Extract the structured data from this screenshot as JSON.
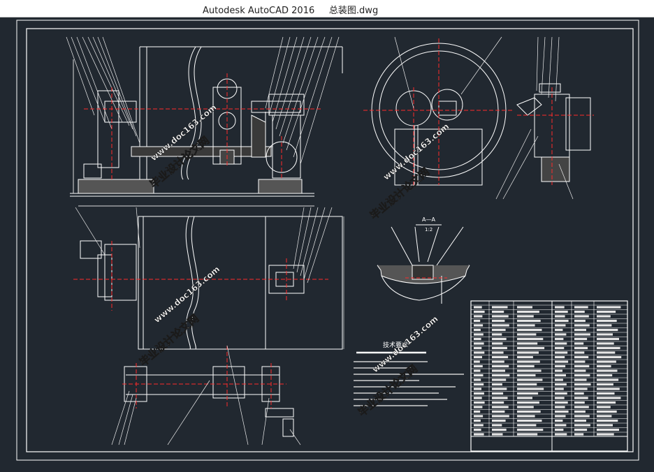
{
  "window": {
    "app_name": "Autodesk AutoCAD 2016",
    "file_name": "总装图.dwg"
  },
  "drawing": {
    "section_label": "A—A",
    "section_scale": "1:2",
    "tech_requirements_title": "技术要求",
    "watermark_text": "毕业设计论文网",
    "watermark_url": "www.doc163.com",
    "colors": {
      "background": "#212830",
      "lines": "#ffffff",
      "centerlines": "#ff2a2a",
      "dimensions": "#e8e8e8"
    }
  }
}
